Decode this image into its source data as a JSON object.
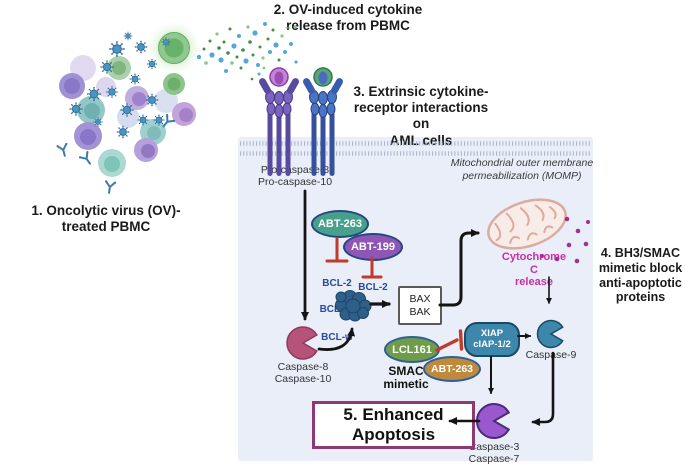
{
  "figure": {
    "type": "pathway-diagram",
    "subject": "Oncolytic virus induced extrinsic and intrinsic apoptosis in AML cells"
  },
  "annotations": {
    "step1": "1. Oncolytic virus (OV)-\ntreated PBMC",
    "step2": "2. OV-induced cytokine\nrelease from PBMC",
    "step3": "3. Extrinsic cytokine-\nreceptor interactions on\nAML cells",
    "step4": "4. BH3/SMAC\nmimetic block\nanti-apoptotic\nproteins",
    "momp": "Mitochondrial outer membrane\npermeabilization (MOMP)",
    "pro_caspase": "Pro-caspase-8\nPro-caspase-10",
    "caspase8_10": "Caspase-8\nCaspase-10",
    "caspase9": "Caspase-9",
    "caspase3_7": "Caspase-3\nCaspase-7",
    "cytochrome": "Cytochrome C\nrelease",
    "smac_mimetic": "SMAC\nmimetic",
    "bax_bak": "BAX\nBAK",
    "bcl2_a": "BCL-2",
    "bcl_x_main": "BCL-X",
    "bcl_x_sub": "L",
    "bcl_w": "BCL-w",
    "bcl2_b": "BCL-2",
    "enhanced_apoptosis": "5. Enhanced\nApoptosis"
  },
  "pills": {
    "abt263_top": "ABT-263",
    "abt199": "ABT-199",
    "lcl161": "LCL161",
    "abt263_bottom": "ABT-263",
    "xiap": "XIAP\ncIAP-1/2"
  },
  "icons": {
    "pbmc-cluster-icon": "overlapping immune cells (PBMC)",
    "virus-icon": "spiky oncolytic virion",
    "antibody-icon": "Y-shaped antibody",
    "cytokine-dots-icon": "scattered cytokine particles",
    "receptor-purple-icon": "trimeric cytokine receptor with purple ligand",
    "receptor-blue-icon": "trimeric cytokine receptor with green ligand",
    "membrane-icon": "dotted lipid bilayer",
    "mitochondria-icon": "mitochondrion",
    "cytochrome-dots-icon": "released cytochrome C particles",
    "bax-bak-oligomer-icon": "oligomerized BAX/BAK cluster",
    "pacman-caspase-icon": "active caspase pac-man shape",
    "inhibition-bar-icon": "red T-bar inhibition symbol",
    "activation-arrow-icon": "black activation arrow"
  },
  "colors": {
    "cell_bg": "#e9eef8",
    "pill_abt263": "#46a18c",
    "pill_abt199": "#8f56b5",
    "pill_lcl161": "#6e9c49",
    "pill_abt263_orange": "#bd8a3e",
    "pill_xiap": "#3d86ac",
    "pill_border_navy": "#25477f",
    "pill_border_blue": "#2e5f99",
    "caspase8_pink": "#b5537a",
    "caspase9_blue": "#3d86ac",
    "caspase37_purple": "#9a58cf",
    "inhibit_red": "#c23b2a",
    "bcl_blue": "#2b4a9b",
    "cytochrome_magenta": "#cb2f9f",
    "apoptosis_border": "#8e3a72"
  }
}
